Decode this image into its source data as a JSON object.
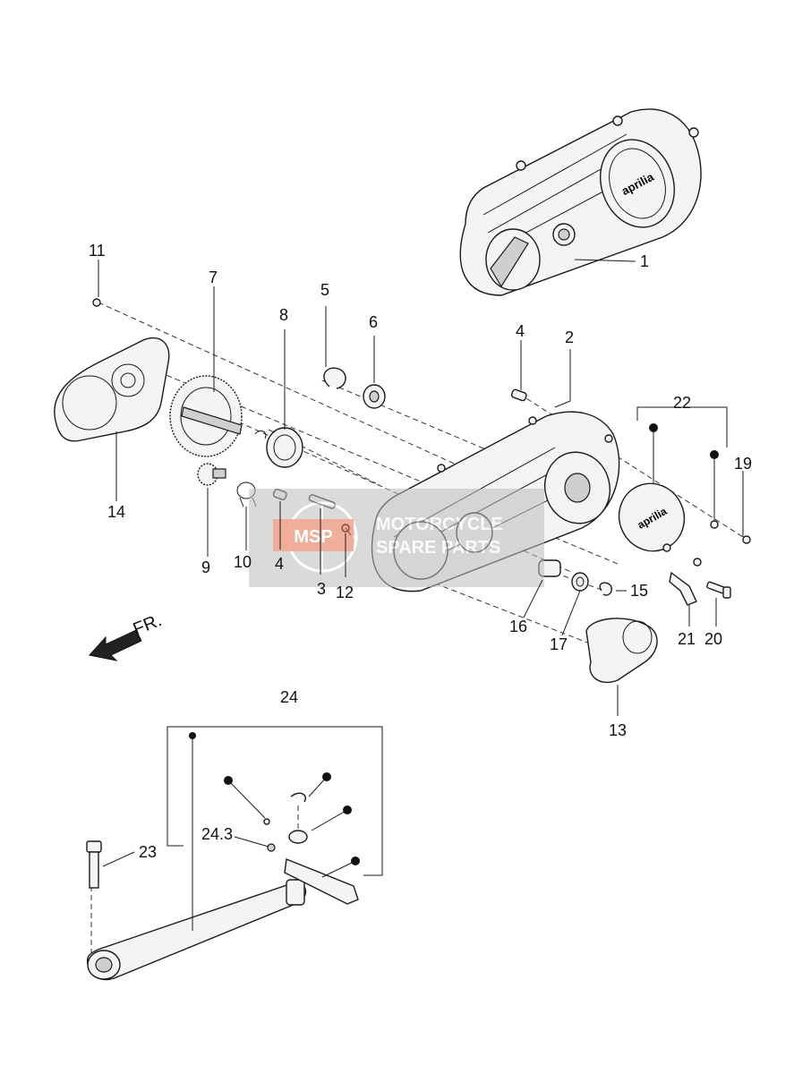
{
  "direction_label": "FR.",
  "watermark": {
    "logo_text": "MSP",
    "line1": "MOTORCYCLE",
    "line2": "SPARE PARTS"
  },
  "callouts": {
    "c1": "1",
    "c2": "2",
    "c3": "3",
    "c4a": "4",
    "c4b": "4",
    "c5": "5",
    "c6": "6",
    "c7": "7",
    "c8": "8",
    "c9": "9",
    "c10": "10",
    "c11": "11",
    "c12": "12",
    "c13": "13",
    "c14": "14",
    "c15": "15",
    "c16": "16",
    "c17": "17",
    "c19": "19",
    "c20": "20",
    "c21": "21",
    "c22": "22",
    "c23": "23",
    "c24": "24",
    "c24_3": "24.3"
  },
  "brand_mark": "aprilia"
}
